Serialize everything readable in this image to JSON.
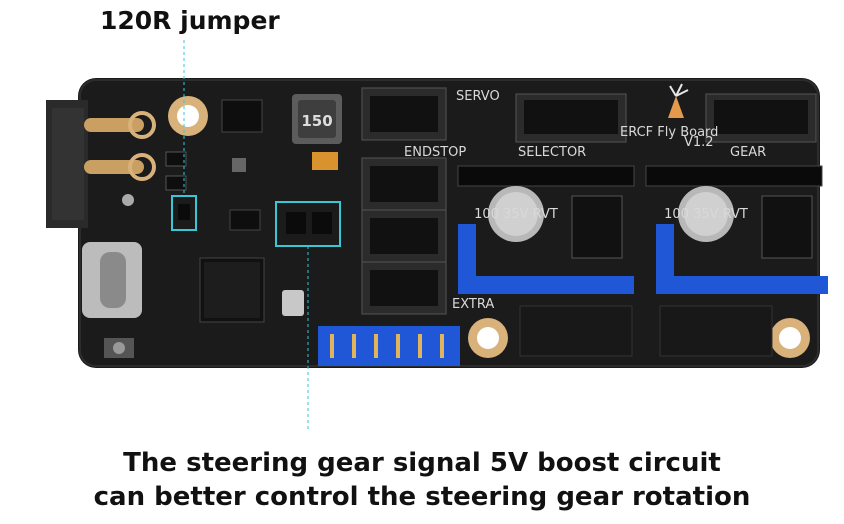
{
  "annotations": {
    "jumper_label": "120R jumper",
    "caption_line1": "The steering gear signal 5V boost circuit",
    "caption_line2": "can better control the steering gear rotation"
  },
  "silkscreen": {
    "servo": "SERVO",
    "endstop": "ENDSTOP",
    "selector": "SELECTOR",
    "gear": "GEAR",
    "extra": "EXTRA",
    "board_name": "ERCF Fly Board",
    "version": "V1.2",
    "inductor": "150",
    "cap_left": "100 35V RVT",
    "cap_right": "100 35V RVT"
  },
  "colors": {
    "pcb": "#1a1a1a",
    "highlight_box": "#39c6d6",
    "jumper_blue": "#1f57d6",
    "gold": "#d8b27a"
  }
}
